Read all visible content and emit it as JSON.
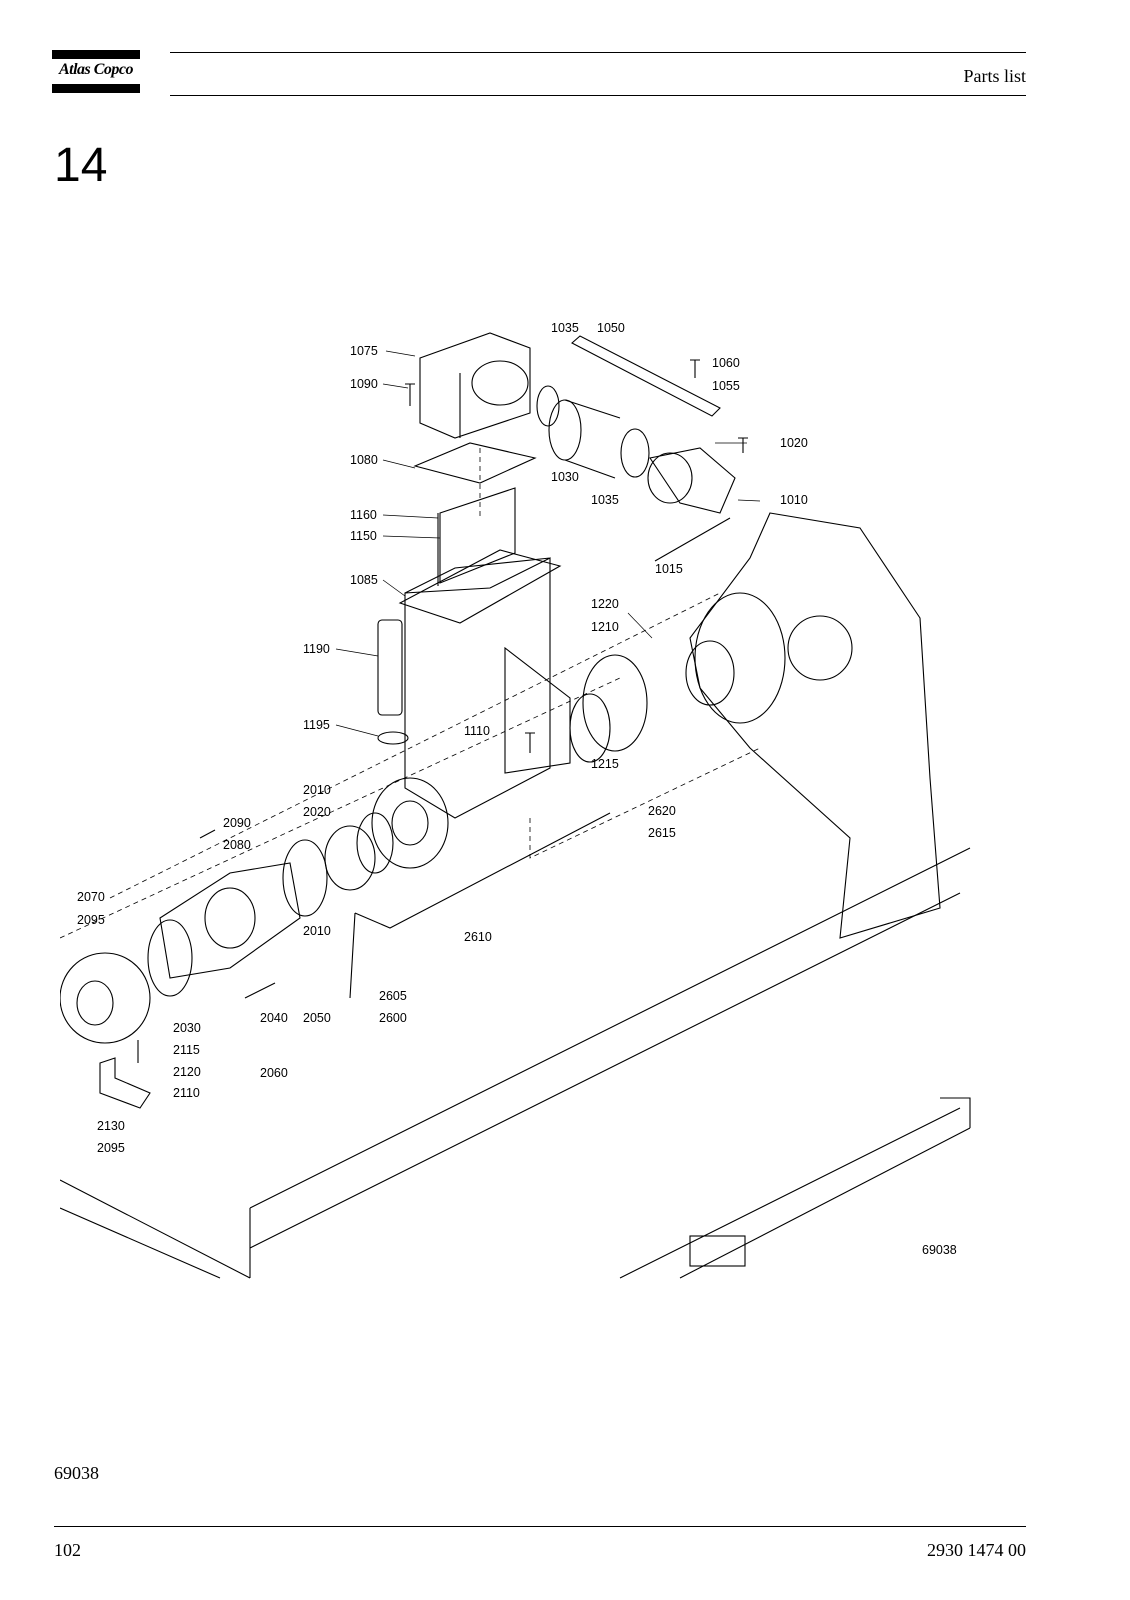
{
  "header": {
    "brand": "Atlas Copco",
    "title": "Parts list"
  },
  "chapter_number": "14",
  "drawing": {
    "part_labels": [
      "1035",
      "1050",
      "1075",
      "1060",
      "1090",
      "1055",
      "1020",
      "1080",
      "1030",
      "1035",
      "1010",
      "1160",
      "1150",
      "1015",
      "1085",
      "1220",
      "1210",
      "1190",
      "1195",
      "1110",
      "1215",
      "2010",
      "2620",
      "2020",
      "2615",
      "2090",
      "2080",
      "2070",
      "2095",
      "2010",
      "2610",
      "2605",
      "2600",
      "2030",
      "2040",
      "2050",
      "2115",
      "2060",
      "2120",
      "2110",
      "2130",
      "2095"
    ],
    "figure_id": "69038"
  },
  "figure_caption": "69038",
  "footer": {
    "page_number": "102",
    "doc_number": "2930 1474 00"
  }
}
